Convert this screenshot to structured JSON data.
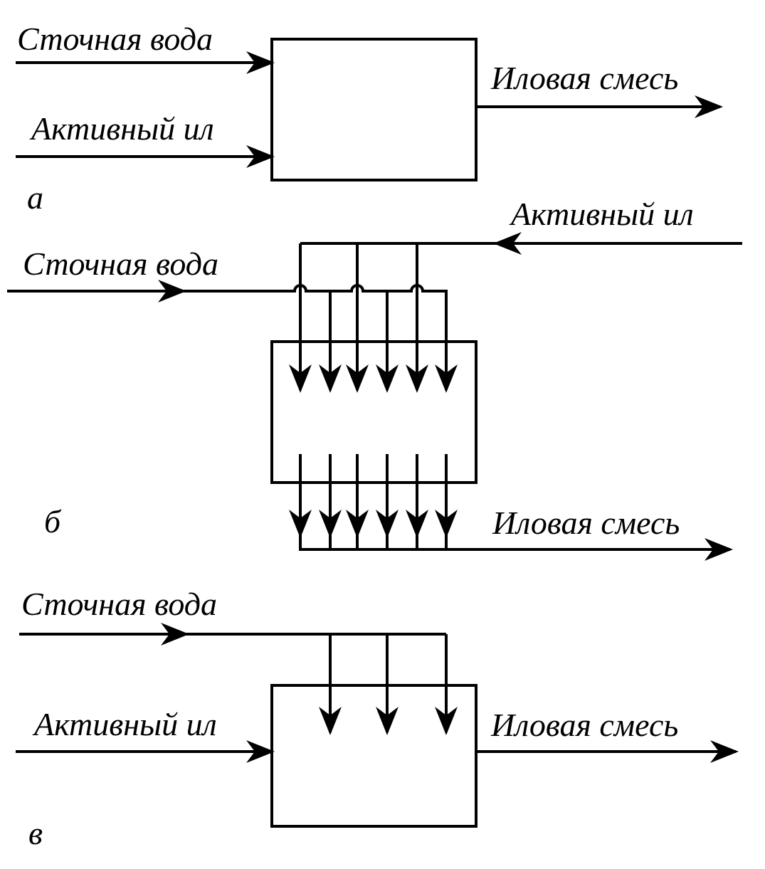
{
  "colors": {
    "ink": "#000000",
    "background": "#ffffff"
  },
  "panel_a": {
    "marker": "а",
    "input_water": "Сточная вода",
    "input_sludge": "Активный ил",
    "output": "Иловая смесь"
  },
  "panel_b": {
    "marker": "б",
    "input_water": "Сточная вода",
    "input_sludge": "Активный ил",
    "output": "Иловая смесь"
  },
  "panel_c": {
    "marker": "в",
    "input_water": "Сточная вода",
    "input_sludge": "Активный ил",
    "output": "Иловая смесь"
  }
}
